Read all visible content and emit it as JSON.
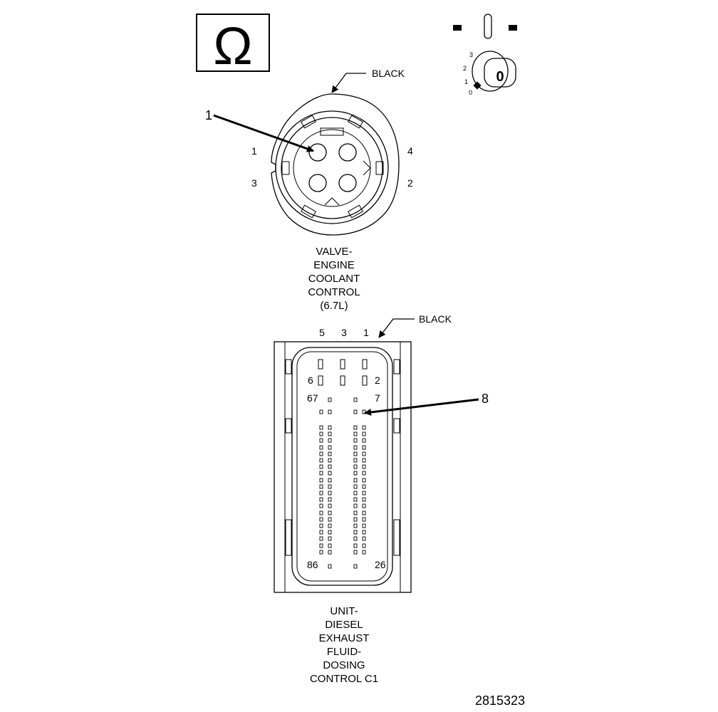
{
  "ohm_symbol": {
    "glyph": "Ω",
    "icon": "ohmmeter-icon"
  },
  "ignition": {
    "marks": [
      "3",
      "2",
      "1",
      "0"
    ],
    "key_label": "0",
    "icon": "ignition-key-icon"
  },
  "connector1": {
    "color_label": "BLACK",
    "pins": {
      "p1": "1",
      "p2": "2",
      "p3": "3",
      "p4": "4"
    },
    "callout": "1",
    "name_lines": [
      "VALVE-",
      "ENGINE",
      "COOLANT",
      "CONTROL",
      "(6.7L)"
    ]
  },
  "connector2": {
    "color_label": "BLACK",
    "top_pins": [
      "5",
      "3",
      "1"
    ],
    "row2_pins": [
      "6",
      "2"
    ],
    "row3_pins": [
      "67",
      "7"
    ],
    "bottom_pins": [
      "86",
      "26"
    ],
    "callout": "8",
    "name_lines": [
      "UNIT-",
      "DIESEL",
      "EXHAUST",
      "FLUID-",
      "DOSING",
      "CONTROL C1"
    ]
  },
  "figure_number": "2815323"
}
